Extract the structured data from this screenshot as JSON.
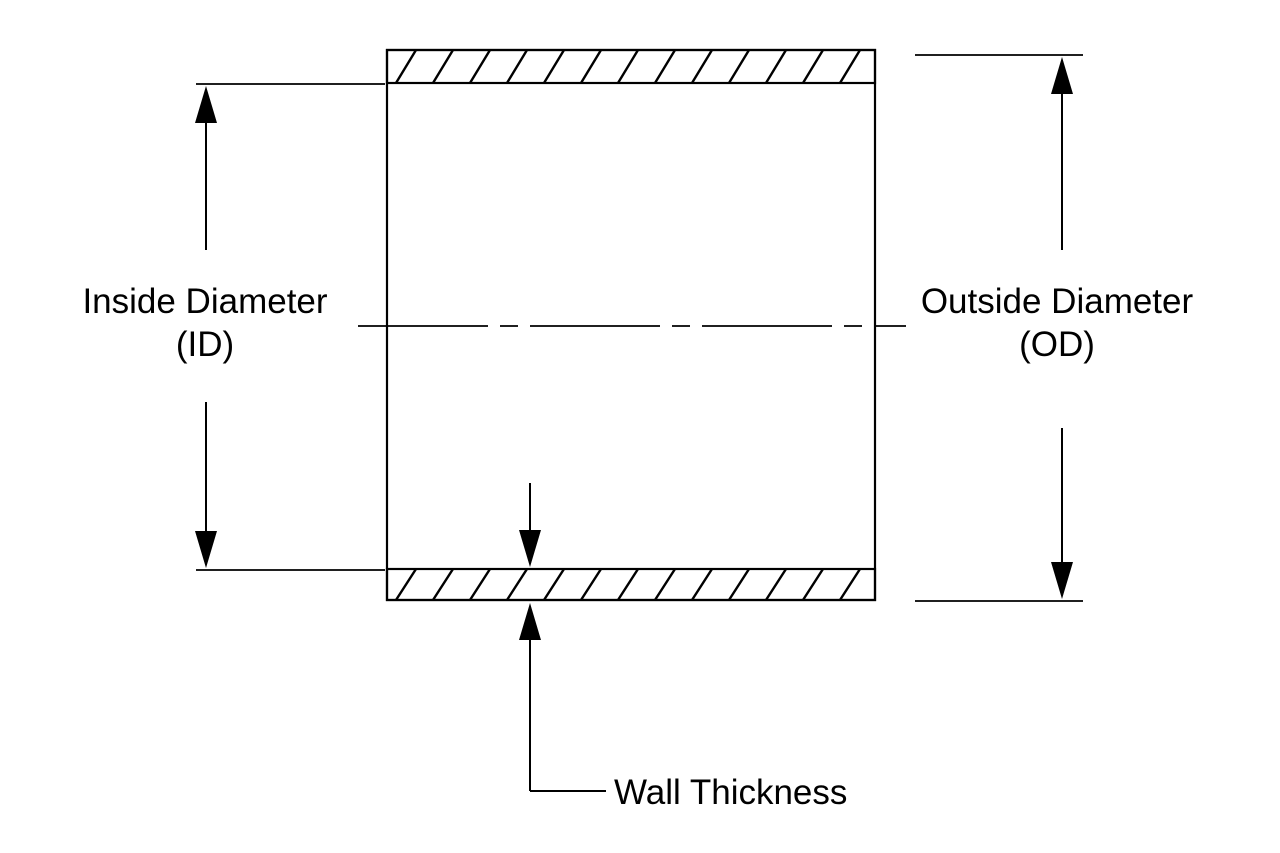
{
  "diagram": {
    "labels": {
      "inside_diameter": {
        "line1": "Inside Diameter",
        "line2": "(ID)"
      },
      "outside_diameter": {
        "line1": "Outside Diameter",
        "line2": "(OD)"
      },
      "wall_thickness": "Wall Thickness"
    },
    "colors": {
      "line": "#000000",
      "background": "#ffffff"
    }
  }
}
